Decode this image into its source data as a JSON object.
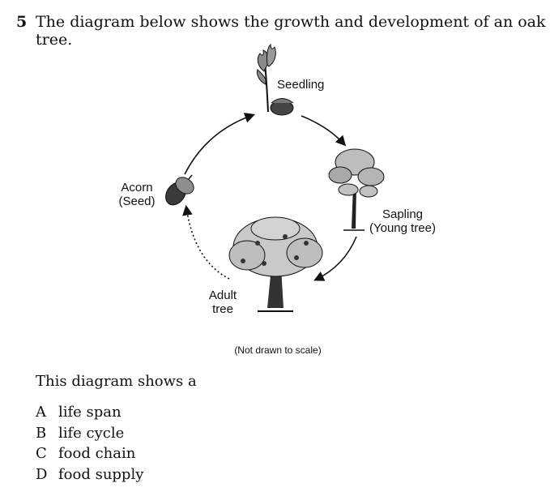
{
  "question": {
    "number": "5",
    "text": "The diagram below shows the growth and development of an oak tree."
  },
  "diagram": {
    "labels": {
      "seedling": "Seedling",
      "acorn_line1": "Acorn",
      "acorn_line2": "(Seed)",
      "sapling_line1": "Sapling",
      "sapling_line2": "(Young tree)",
      "adult_line1": "Adult",
      "adult_line2": "tree"
    },
    "note": "(Not drawn to scale)"
  },
  "prompt": "This diagram shows a",
  "choices": [
    {
      "letter": "A",
      "text": "life span"
    },
    {
      "letter": "B",
      "text": "life cycle"
    },
    {
      "letter": "C",
      "text": "food chain"
    },
    {
      "letter": "D",
      "text": "food supply"
    }
  ]
}
